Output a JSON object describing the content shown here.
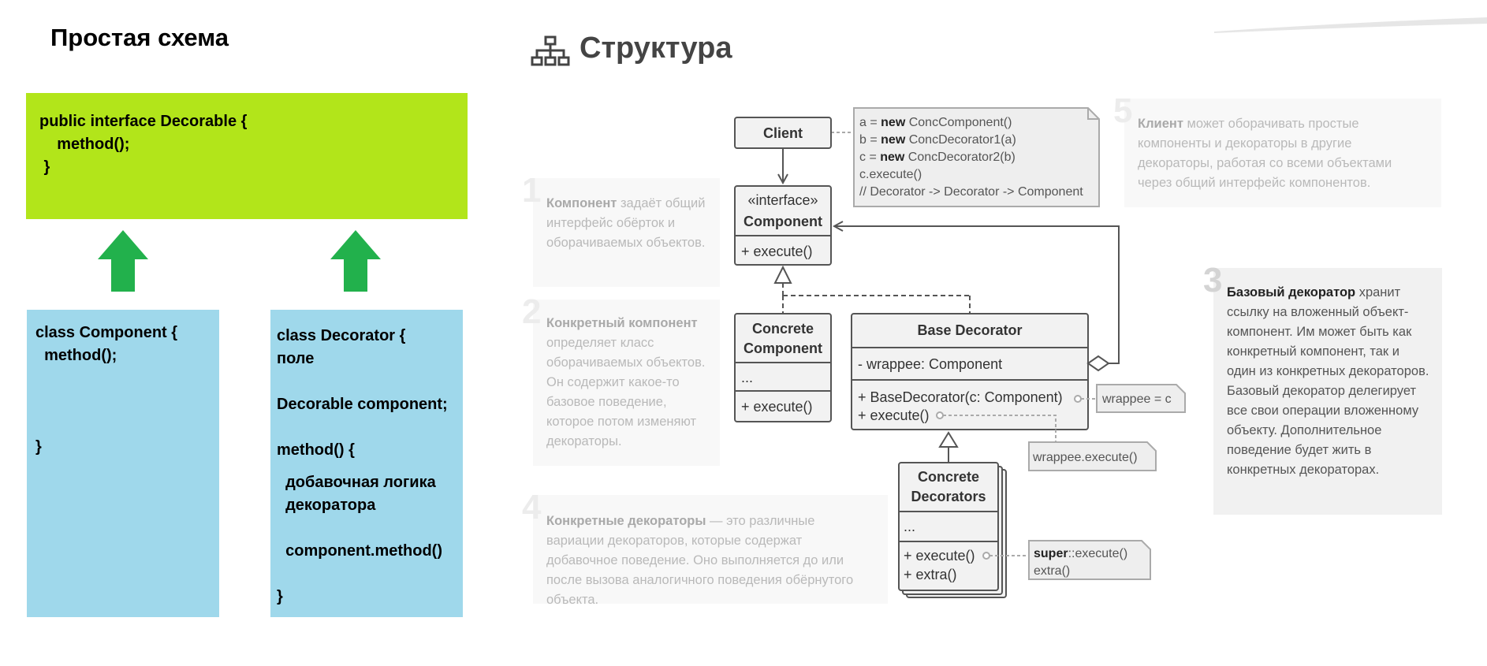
{
  "simple": {
    "title": "Простая схема",
    "interface_lines": [
      "public interface Decorable {",
      "    method();",
      " }"
    ],
    "component_lines": [
      "class Component {",
      "",
      "  method();",
      "",
      "",
      "",
      "}"
    ],
    "decorator_lines": [
      "class Decorator {",
      "поле",
      "",
      "Decorable component;",
      "",
      "method() {",
      "",
      "  добавочная логика",
      "  декоратора",
      "",
      "  component.method()",
      "",
      "}"
    ],
    "arrow_color": "#22b14c",
    "interface_color": "#b2e51a",
    "class_color": "#9fd8eb"
  },
  "structure": {
    "title": "Структура",
    "notes": {
      "n1": {
        "num": "1",
        "bold": "Компонент",
        "text": " задаёт общий интерфейс обёрток и оборачиваемых объектов."
      },
      "n2": {
        "num": "2",
        "bold": "Конкретный компонент",
        "text": " определяет класс оборачиваемых объектов. Он содержит какое-то базовое поведение, которое потом изменяют декораторы."
      },
      "n3": {
        "num": "3",
        "bold": "Базовый декоратор",
        "text": " хранит ссылку на вложенный объект-компонент. Им может быть как конкретный компонент, так и один из конкретных декораторов. Базовый декоратор делегирует все свои операции вложенному объекту. Дополнительное поведение будет жить в конкретных декораторах."
      },
      "n4": {
        "num": "4",
        "bold": "Конкретные декораторы",
        "text": " — это различные вариации декораторов, которые содержат добавочное поведение. Оно выполняется до или после вызова аналогичного поведения обёрнутого объекта."
      },
      "n5": {
        "num": "5",
        "bold": "Клиент",
        "text": " может оборачивать простые компоненты и декораторы в другие декораторы, работая со всеми объектами через общий интерфейс компонентов."
      }
    },
    "uml": {
      "client": "Client",
      "client_code": [
        "a = new ConcComponent()",
        "b = new ConcDecorator1(a)",
        "c = new ConcDecorator2(b)",
        "c.execute()",
        "// Decorator -> Decorator -> Component"
      ],
      "kw_new": "new",
      "component_stereo": "«interface»",
      "component_name": "Component",
      "component_op": "+ execute()",
      "cc_name1": "Concrete",
      "cc_name2": "Component",
      "cc_field": "...",
      "cc_op": "+ execute()",
      "bd_name": "Base Decorator",
      "bd_field": "- wrappee: Component",
      "bd_op1": "+ BaseDecorator(c: Component)",
      "bd_op2": "+ execute()",
      "bd_note1": "wrappee = c",
      "bd_note2": "wrappee.execute()",
      "cd_name1": "Concrete",
      "cd_name2": "Decorators",
      "cd_field": "...",
      "cd_op1": "+ execute()",
      "cd_op2": "+ extra()",
      "cd_note_super": "super",
      "cd_note_l1": "::execute()",
      "cd_note_l2": "extra()"
    }
  }
}
